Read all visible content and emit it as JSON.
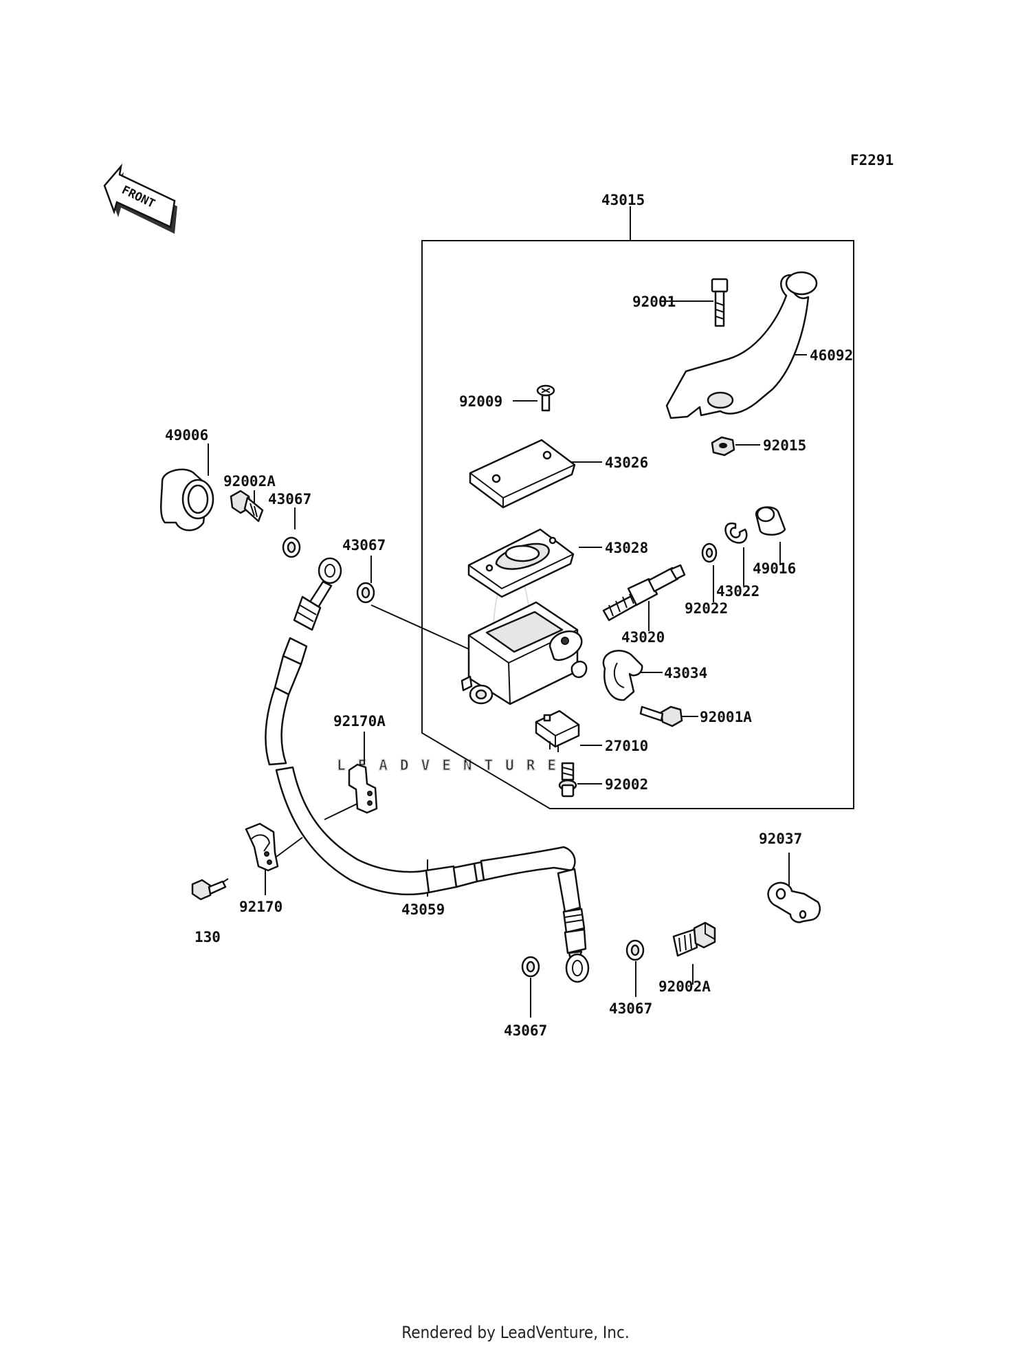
{
  "figure_code": "F2291",
  "front_marker": "FRONT",
  "watermark": "LEADVENTURE",
  "footer": "Rendered by LeadVenture, Inc.",
  "labels": {
    "assy_43015": "43015",
    "bolt_92001": "92001",
    "lever_46092": "46092",
    "screw_92009": "92009",
    "nut_92015": "92015",
    "cap_43026": "43026",
    "diaphragm_43028": "43028",
    "cover_49016": "49016",
    "circlip_43022": "43022",
    "washer_92022": "92022",
    "piston_43020": "43020",
    "holder_43034": "43034",
    "bolt_92001A": "92001A",
    "switch_27010": "27010",
    "screw_92002": "92002",
    "cap_49006": "49006",
    "bolt_92002A_top": "92002A",
    "gasket_43067_a": "43067",
    "gasket_43067_b": "43067",
    "clamp_92170A": "92170A",
    "clamp_92170": "92170",
    "bolt_130": "130",
    "hose_43059": "43059",
    "clamp_92037": "92037",
    "gasket_43067_c": "43067",
    "gasket_43067_d": "43067",
    "bolt_92002A_bottom": "92002A"
  }
}
